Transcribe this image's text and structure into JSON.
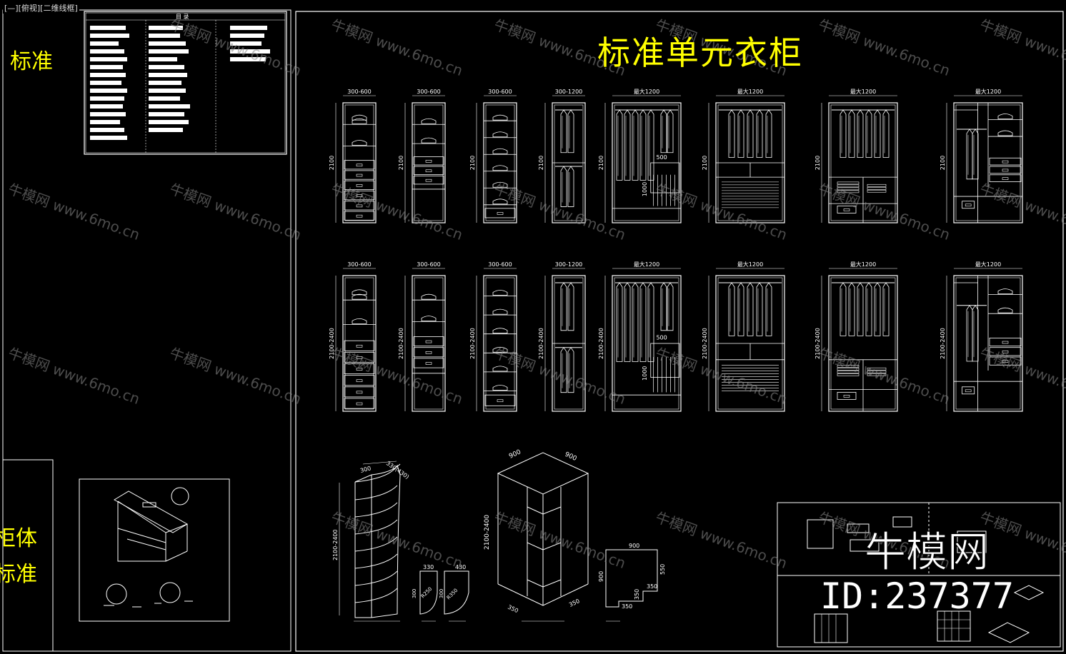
{
  "viewport_label": "[—][俯视][二维线框]",
  "side_labels": {
    "top": "标准",
    "bottom_line1": "柜体",
    "bottom_line2": "标准"
  },
  "main_title": "标准单元衣柜",
  "index_table_header": "目 录",
  "units_row1": [
    {
      "width": "300-600",
      "height": "2100"
    },
    {
      "width": "300-600",
      "height": "2100"
    },
    {
      "width": "300-600",
      "height": "2100"
    },
    {
      "width": "300-1200",
      "height": "2100"
    },
    {
      "width": "最大1200",
      "height": "2100"
    },
    {
      "width": "最大1200",
      "height": "2100"
    },
    {
      "width": "最大1200",
      "height": "2100"
    },
    {
      "width": "最大1200",
      "height": "2100"
    }
  ],
  "units_row2": [
    {
      "width": "300-600",
      "height": "2100-2400"
    },
    {
      "width": "300-600",
      "height": "2100-2400"
    },
    {
      "width": "300-600",
      "height": "2100-2400"
    },
    {
      "width": "300-1200",
      "height": "2100-2400"
    },
    {
      "width": "最大1200",
      "height": "2100-2400"
    },
    {
      "width": "最大1200",
      "height": "2100-2400"
    },
    {
      "width": "最大1200",
      "height": "2100-2400"
    },
    {
      "width": "最大1200",
      "height": "2100-2400"
    }
  ],
  "pants_rack_dims": {
    "width": "500",
    "height": "1000"
  },
  "corner_shelf": {
    "dim_top": "300",
    "dim_top2": "330(430)",
    "dim_height": "2100-2400",
    "plan_a_dim": "330",
    "plan_b_dim": "430",
    "plan_a_radius": "R250",
    "plan_b_radius": "R350",
    "plan_a_side": "300",
    "plan_b_side": "300"
  },
  "corner_cabinet": {
    "dim_left": "900",
    "dim_right": "900",
    "dim_height": "2100-2400",
    "dim_base_left": "350",
    "dim_base_right": "350"
  },
  "corner_plan": {
    "top": "900",
    "left": "900",
    "right": "550",
    "inner": "350",
    "bottom": "350",
    "inner2": "350"
  },
  "watermark": {
    "brand": "牛模网",
    "id": "ID:237377",
    "tile_brand": "牛模网",
    "tile_url": "www.6mo.cn"
  },
  "colors": {
    "background": "#000000",
    "linework": "#ffffff",
    "title": "#ffff00",
    "watermark": "#8a8a8a"
  }
}
